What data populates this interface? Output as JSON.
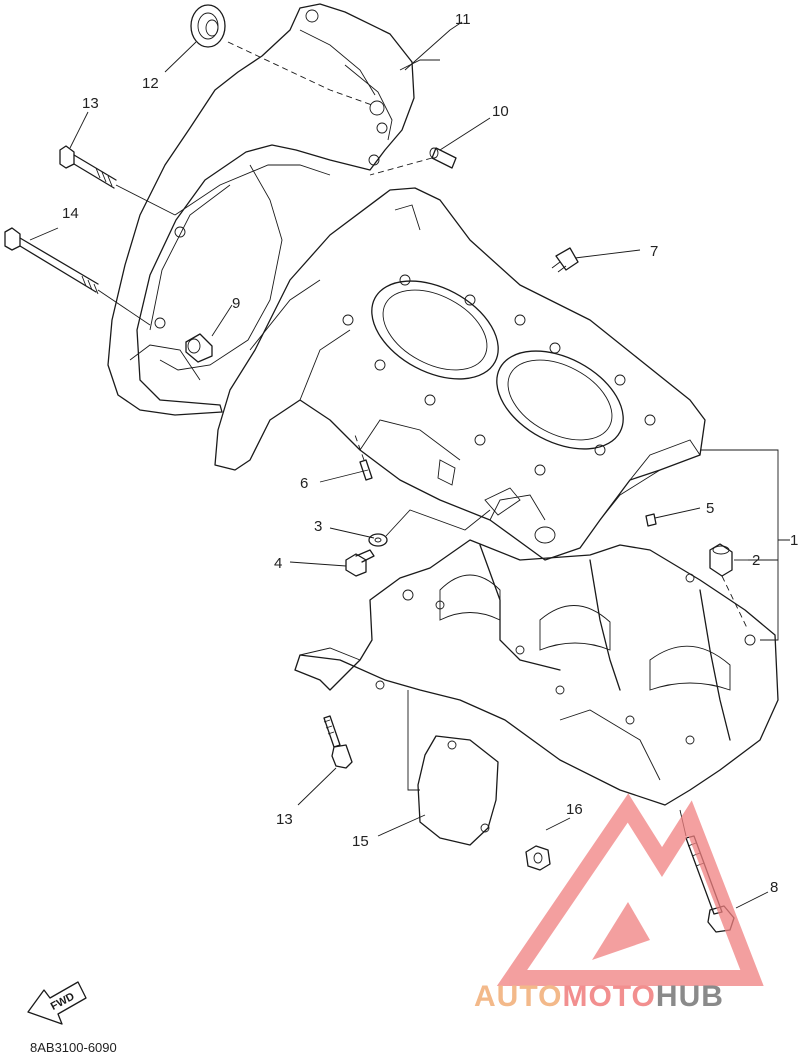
{
  "catalog_code": "8AB3100-6090",
  "fwd_label": "FWD",
  "watermark": {
    "part1": "AUTO",
    "part2": "MOTO",
    "part3": "HUB",
    "color1": "#f3b98a",
    "color2": "#f28f8f",
    "color3": "#8a8a8a",
    "logo_color": "#f08080"
  },
  "callouts": {
    "c1": "1",
    "c2": "2",
    "c3": "3",
    "c4": "4",
    "c5": "5",
    "c6": "6",
    "c7": "7",
    "c8": "8",
    "c9": "9",
    "c10": "10",
    "c11": "11",
    "c12": "12",
    "c13a": "13",
    "c13b": "13",
    "c14": "14",
    "c15": "15",
    "c16": "16"
  }
}
